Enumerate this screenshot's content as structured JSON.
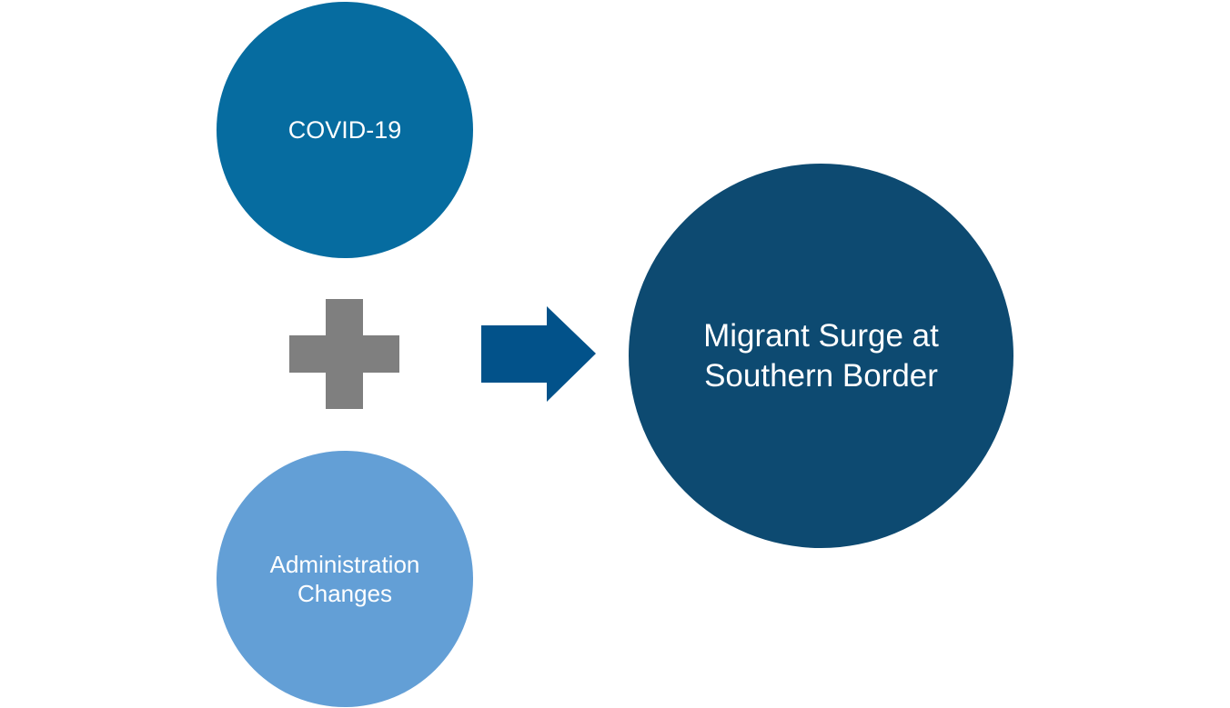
{
  "colors": {
    "covid_circle": "#066ca0",
    "admin_circle": "#639fd6",
    "surge_circle": "#0d4a71",
    "plus_sign": "#7f7f7f",
    "arrow": "#02528a",
    "text": "#ffffff"
  },
  "nodes": {
    "covid": {
      "label": "COVID-19"
    },
    "admin": {
      "label_line1": "Administration",
      "label_line2": "Changes"
    },
    "surge": {
      "label_line1": "Migrant Surge at",
      "label_line2": "Southern Border"
    }
  },
  "icons": {
    "plus": "plus-icon",
    "arrow": "arrow-right-icon"
  }
}
